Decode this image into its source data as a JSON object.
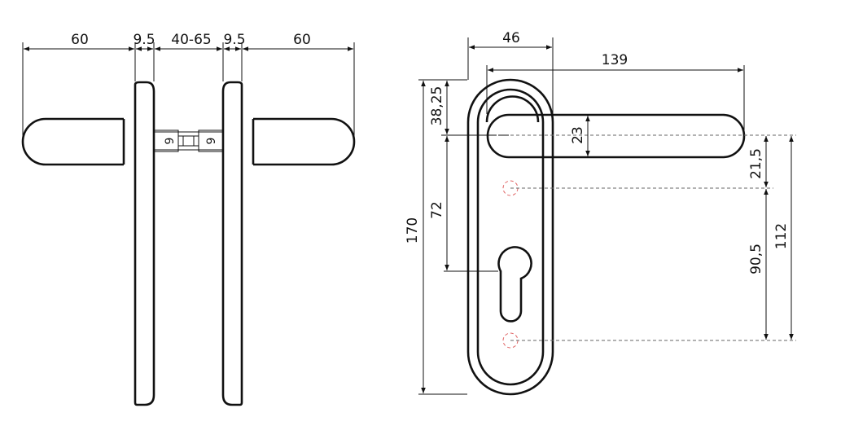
{
  "left_view": {
    "dims": {
      "lever_left": "60",
      "plate_left": "9.5",
      "door": "40-65",
      "plate_right": "9.5",
      "lever_right": "60"
    },
    "spindle_mark_left": "9",
    "spindle_mark_right": "9"
  },
  "right_view": {
    "dims": {
      "plate_width": "46",
      "lever_length": "139",
      "top_to_lever": "38,25",
      "lever_thickness": "23",
      "lever_to_lock": "72",
      "total_height": "170",
      "lever_to_hole": "21,5",
      "hole_spacing": "90,5",
      "lever_to_bottom_hole": "112"
    }
  },
  "colors": {
    "line": "#111111",
    "dashed": "#666666",
    "hole": "#e06666"
  }
}
